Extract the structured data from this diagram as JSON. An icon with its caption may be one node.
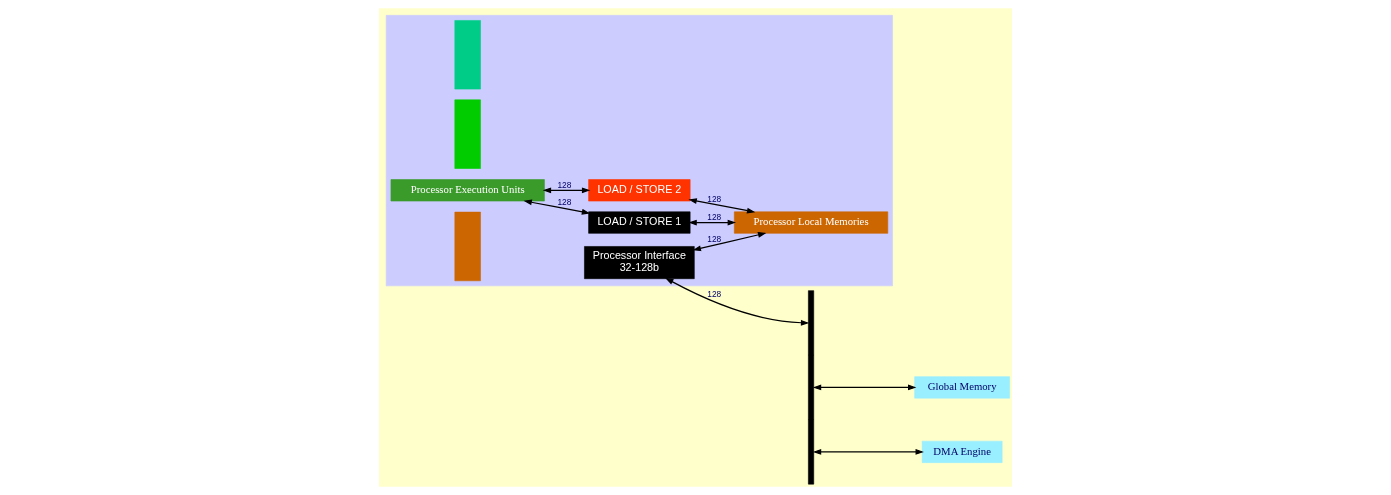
{
  "diagram": {
    "nodes": [
      {
        "text": [],
        "shape": "box"
      },
      {
        "text": [],
        "shape": "box",
        "in": 0
      },
      {
        "text": [],
        "shape": "box",
        "in": 0
      },
      {
        "text": [
          "Processor Execution Units"
        ],
        "in": 0
      },
      {
        "text": [
          "LOAD / STORE 1"
        ],
        "in": 0
      },
      {
        "text": [
          "LOAD / STORE 2"
        ],
        "in": 0
      },
      {
        "text": [
          "Processor Interface",
          "32-128b"
        ],
        "in": 0
      },
      {
        "text": [],
        "shape": "box",
        "in": 0
      },
      {
        "text": [
          "Processor Local Memories"
        ],
        "in": 0
      },
      {
        "text": [],
        "shape": "bar"
      },
      {
        "text": [
          "Global Memory"
        ]
      },
      {
        "text": [
          "DMA Engine"
        ]
      }
    ],
    "edges": [
      {
        "from": 3,
        "to": 4,
        "arrow": "both",
        "label": "128"
      },
      {
        "from": 3,
        "to": 5,
        "arrow": "both",
        "label": "128"
      },
      {
        "from": 4,
        "to": 8,
        "arrow": "both",
        "label": "128"
      },
      {
        "from": 5,
        "to": 8,
        "arrow": "both",
        "label": "128"
      },
      {
        "from": 6,
        "to": 8,
        "arrow": "both",
        "label": "128"
      },
      {
        "from": 6,
        "to": 9,
        "arrow": "both",
        "label": "128"
      },
      {
        "from": 9,
        "to": 10,
        "arrow": "both"
      },
      {
        "from": 9,
        "to": 11,
        "arrow": "both"
      }
    ]
  }
}
